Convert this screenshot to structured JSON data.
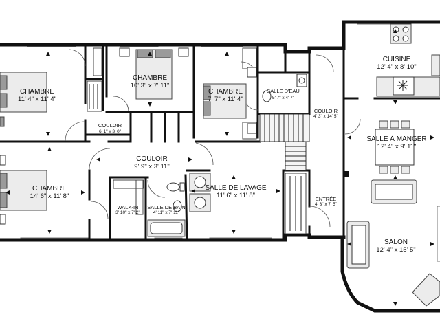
{
  "rooms": [
    {
      "id": "chambre_left_top",
      "name": "CHAMBRE",
      "dims": "11' 4\" x 11' 4\""
    },
    {
      "id": "chambre_top_mid",
      "name": "CHAMBRE",
      "dims": "10' 3\" x 7' 11\""
    },
    {
      "id": "chambre_top_right",
      "name": "CHAMBRE",
      "dims": "7' 7\" x 11' 4\""
    },
    {
      "id": "salle_deau",
      "name": "SALLE D'EAU",
      "dims": "5' 7\" x 4' 7\""
    },
    {
      "id": "cuisine",
      "name": "CUISINE",
      "dims": "12' 4\" x 8' 10\""
    },
    {
      "id": "couloir_small",
      "name": "COULOIR",
      "dims": "6' 1\" x 3' 0\""
    },
    {
      "id": "couloir_right",
      "name": "COULOIR",
      "dims": "4' 3\" x 14' 5\""
    },
    {
      "id": "salle_a_manger",
      "name": "SALLE À MANGER",
      "dims": "12' 4\" x 9' 11\""
    },
    {
      "id": "couloir_main",
      "name": "COULOIR",
      "dims": "9' 9\" x 3' 11\""
    },
    {
      "id": "chambre_left_bottom",
      "name": "CHAMBRE",
      "dims": "14' 6\" x 11' 8\""
    },
    {
      "id": "salle_de_lavage",
      "name": "SALLE DE LAVAGE",
      "dims": "11' 6\" x 11' 8\""
    },
    {
      "id": "walk_in",
      "name": "WALK-IN",
      "dims": "3' 10\" x 7' 2\""
    },
    {
      "id": "salle_de_bain",
      "name": "SALLE DE BAIN",
      "dims": "4' 11\" x 7' 11\""
    },
    {
      "id": "entree",
      "name": "ENTRÉE",
      "dims": "4' 3\" x 7' 5\""
    },
    {
      "id": "salon",
      "name": "SALON",
      "dims": "12' 4\" x 15' 5\""
    }
  ],
  "colors": {
    "wall": "#111111",
    "furniture_fill": "#ececec",
    "furniture_dark": "#9a9a9a",
    "background": "#ffffff"
  }
}
